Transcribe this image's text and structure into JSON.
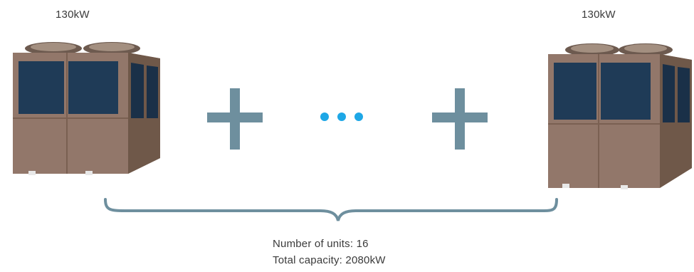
{
  "units": {
    "left_label": "130kW",
    "right_label": "130kW"
  },
  "summary": {
    "number_of_units": "Number of units: 16",
    "total_capacity": "Total capacity: 2080kW"
  },
  "colors": {
    "plus": "#6e8f9e",
    "dots": "#1ea7e6",
    "brace": "#6e8f9e",
    "unit_body": "#8b6f5f",
    "unit_panel": "#1f3b57"
  },
  "icons": [
    "chiller-unit-icon",
    "plus-icon",
    "ellipsis-icon",
    "curly-brace-icon"
  ]
}
